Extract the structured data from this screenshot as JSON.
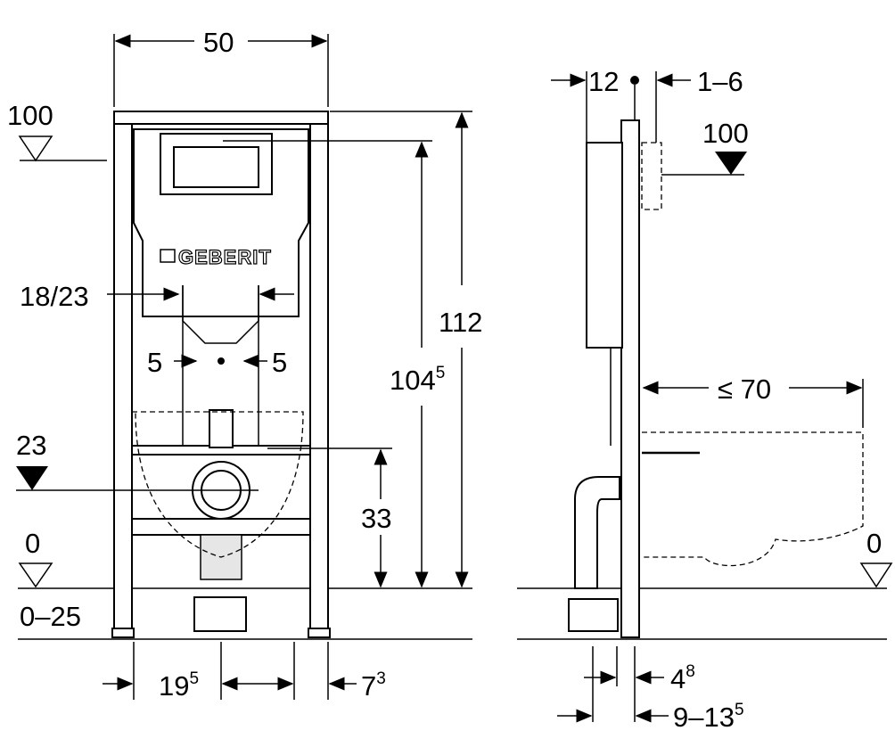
{
  "brand": "GEBERIT",
  "front_view": {
    "width": "50",
    "top_level": "100",
    "pipe_spacing": "18/23",
    "offset_left": "5",
    "offset_right": "5",
    "height_total": "112",
    "height_inner": {
      "base": "104",
      "sup": "5"
    },
    "drain_level": "23",
    "drain_height": "33",
    "floor_level": "0",
    "floor_range": "0–25",
    "leg_offset": {
      "base": "19",
      "sup": "5"
    },
    "right_offset": {
      "base": "7",
      "sup": "3"
    }
  },
  "side_view": {
    "depth_top": "12",
    "wall_gap": "1–6",
    "top_level": "100",
    "bowl_projection": "≤ 70",
    "floor_level": "0",
    "frame_depth": {
      "base": "4",
      "sup": "8"
    },
    "depth_range": {
      "base": "9–13",
      "sup": "5"
    }
  }
}
